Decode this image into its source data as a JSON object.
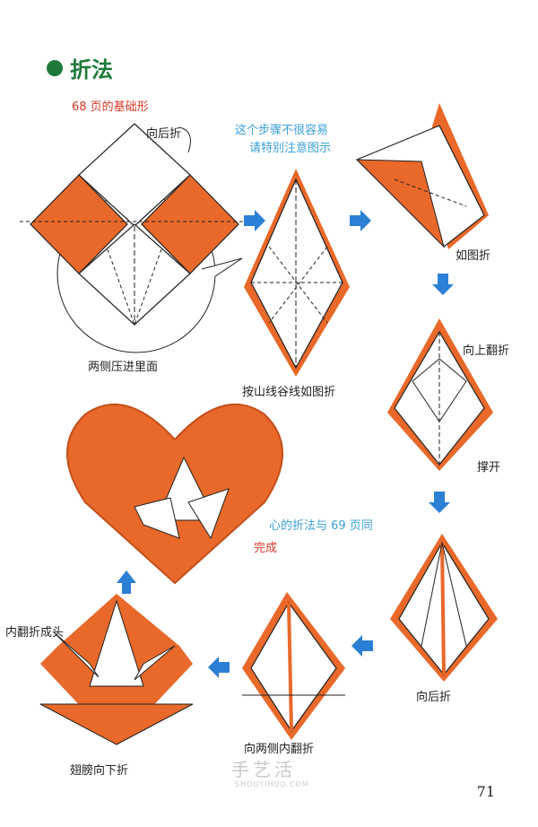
{
  "section_title": "折法",
  "page_number": "71",
  "watermark": {
    "main": "手艺活",
    "sub": "SHOUYIHUO.COM"
  },
  "labels": {
    "step1_ref": "68 页的基础形",
    "step1_fold": "向后折",
    "step1_note": "两侧压进里面",
    "step2_note_line1": "这个步骤不很容易",
    "step2_note_line2": "请特别注意图示",
    "step2_caption": "按山线谷线如图折",
    "step3_caption": "如图折",
    "step4_fold": "向上翻折",
    "step4_open": "撑开",
    "heart_note": "心的折法与 69 页同",
    "done": "完成",
    "step5_caption": "向后折",
    "step6_caption": "向两侧内翻折",
    "step7_head": "内翻折成头",
    "step7_caption": "翅膀向下折"
  },
  "colors": {
    "orange": "#e8692a",
    "blue_arrow": "#2b7fd4",
    "title_green": "#1f7a3a"
  }
}
